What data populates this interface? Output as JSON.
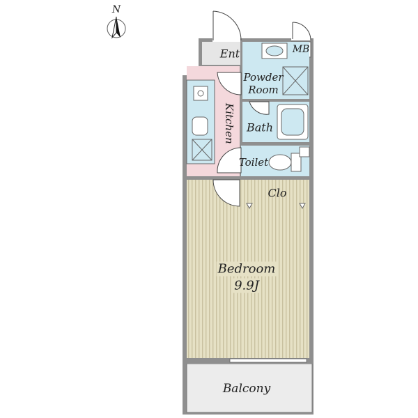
{
  "compass": {
    "label": "N"
  },
  "rooms": {
    "ent": "Ent",
    "mb": "MB",
    "powder_room": "Powder\nRoom",
    "kitchen": "Kitchen",
    "bath": "Bath",
    "toilet": "Toilet",
    "clo": "Clo",
    "bedroom": "Bedroom",
    "bedroom_size": "9.9J",
    "balcony": "Balcony"
  },
  "colors": {
    "wall": "#8f8f8f",
    "ent_floor": "#e6e6e6",
    "wet_area": "#cde8f1",
    "kitchen_floor": "#f4d8dc",
    "closet": "#fbf6c8",
    "bedroom_floor": "#e6e1c5",
    "bedroom_stripe": "#c9c1a0",
    "balcony": "#ececec"
  }
}
